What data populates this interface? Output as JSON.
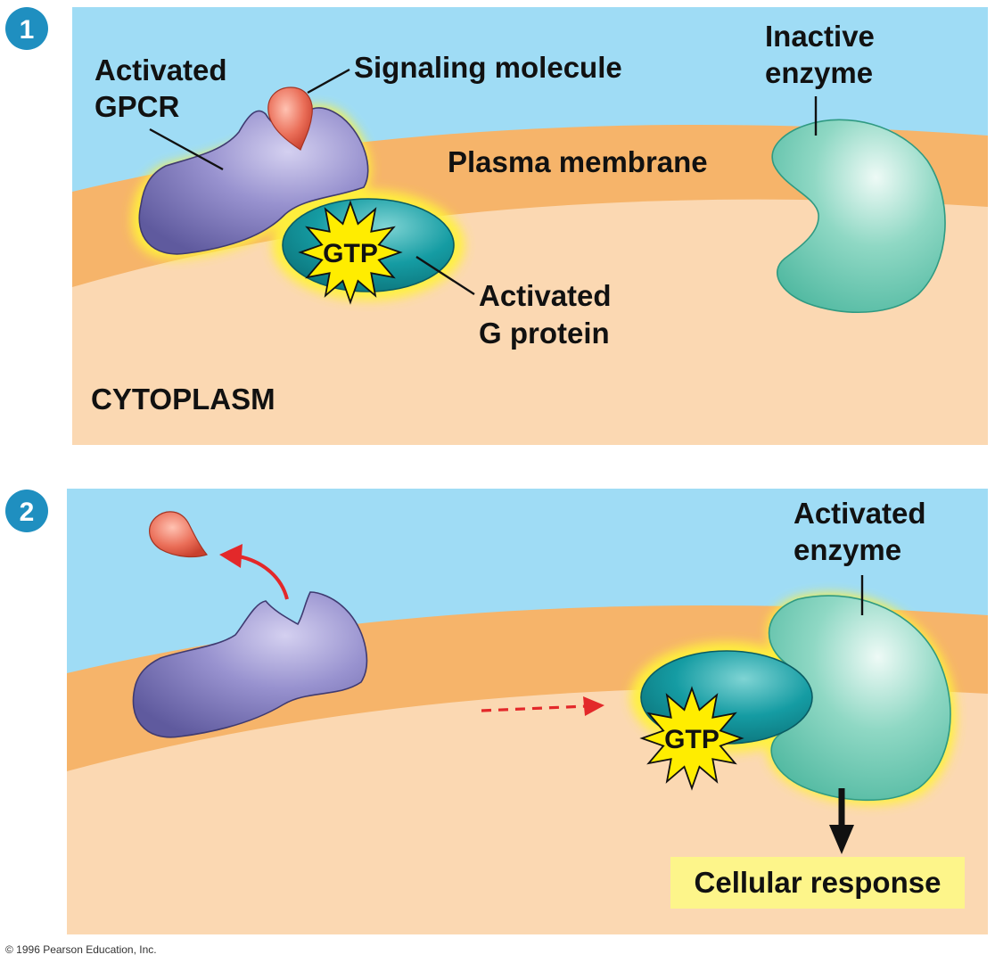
{
  "colors": {
    "extracellular": "#9fdcf5",
    "membrane": "#f6b46a",
    "cytoplasm": "#fbd8b2",
    "receptor": "#8f88c7",
    "gprotein": "#14a0a6",
    "enzyme": "#7fd0bc",
    "ligand": "#e8705a",
    "gtp_burst": "#ffed00",
    "glow": "#fff23a",
    "response_box": "#fdf58a",
    "badge": "#1f8fc0",
    "arrow_red": "#e3282a"
  },
  "panel1": {
    "badge": "1",
    "labels": {
      "activated_gpcr_line1": "Activated",
      "activated_gpcr_line2": "GPCR",
      "signaling_molecule": "Signaling molecule",
      "inactive_enzyme_line1": "Inactive",
      "inactive_enzyme_line2": "enzyme",
      "plasma_membrane": "Plasma membrane",
      "activated_g_protein_line1": "Activated",
      "activated_g_protein_line2": "G protein",
      "cytoplasm": "CYTOPLASM",
      "gtp": "GTP"
    },
    "icons": [
      "gpcr-receptor-icon",
      "signaling-molecule-icon",
      "g-protein-icon",
      "gtp-burst-icon",
      "inactive-enzyme-icon"
    ]
  },
  "panel2": {
    "badge": "2",
    "labels": {
      "activated_enzyme_line1": "Activated",
      "activated_enzyme_line2": "enzyme",
      "gtp": "GTP",
      "cellular_response": "Cellular response"
    },
    "icons": [
      "released-molecule-icon",
      "release-arrow-icon",
      "gpcr-receptor-icon",
      "movement-dashed-arrow-icon",
      "g-protein-icon",
      "gtp-burst-icon",
      "activated-enzyme-icon",
      "response-arrow-icon"
    ]
  },
  "footer": {
    "copyright": "© 1996 Pearson Education, Inc."
  }
}
